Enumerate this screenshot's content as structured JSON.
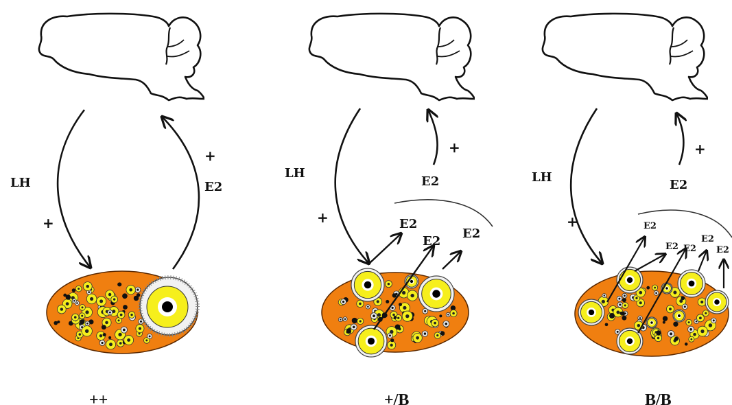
{
  "colors": {
    "ovary": "#f07f10",
    "ovary_outline": "#5a2800",
    "follicle": "#f6ef1c",
    "antrum": "#000000",
    "line": "#111111"
  },
  "panels": [
    {
      "genotype": "++",
      "lh_label": "LH",
      "lh_sign": "+",
      "e2_feedback_label": "E2",
      "e2_feedback_sign": "+",
      "ovary_e2_labels": []
    },
    {
      "genotype": "+/B",
      "lh_label": "LH",
      "lh_sign": "+",
      "e2_feedback_label": "E2",
      "e2_feedback_sign": "+",
      "ovary_e2_labels": [
        "E2",
        "E2",
        "E2"
      ]
    },
    {
      "genotype": "B/B",
      "lh_label": "LH",
      "lh_sign": "+",
      "e2_feedback_label": "E2",
      "e2_feedback_sign": "+",
      "ovary_e2_labels": [
        "E2",
        "E2",
        "E2",
        "E2",
        "E2"
      ]
    }
  ]
}
